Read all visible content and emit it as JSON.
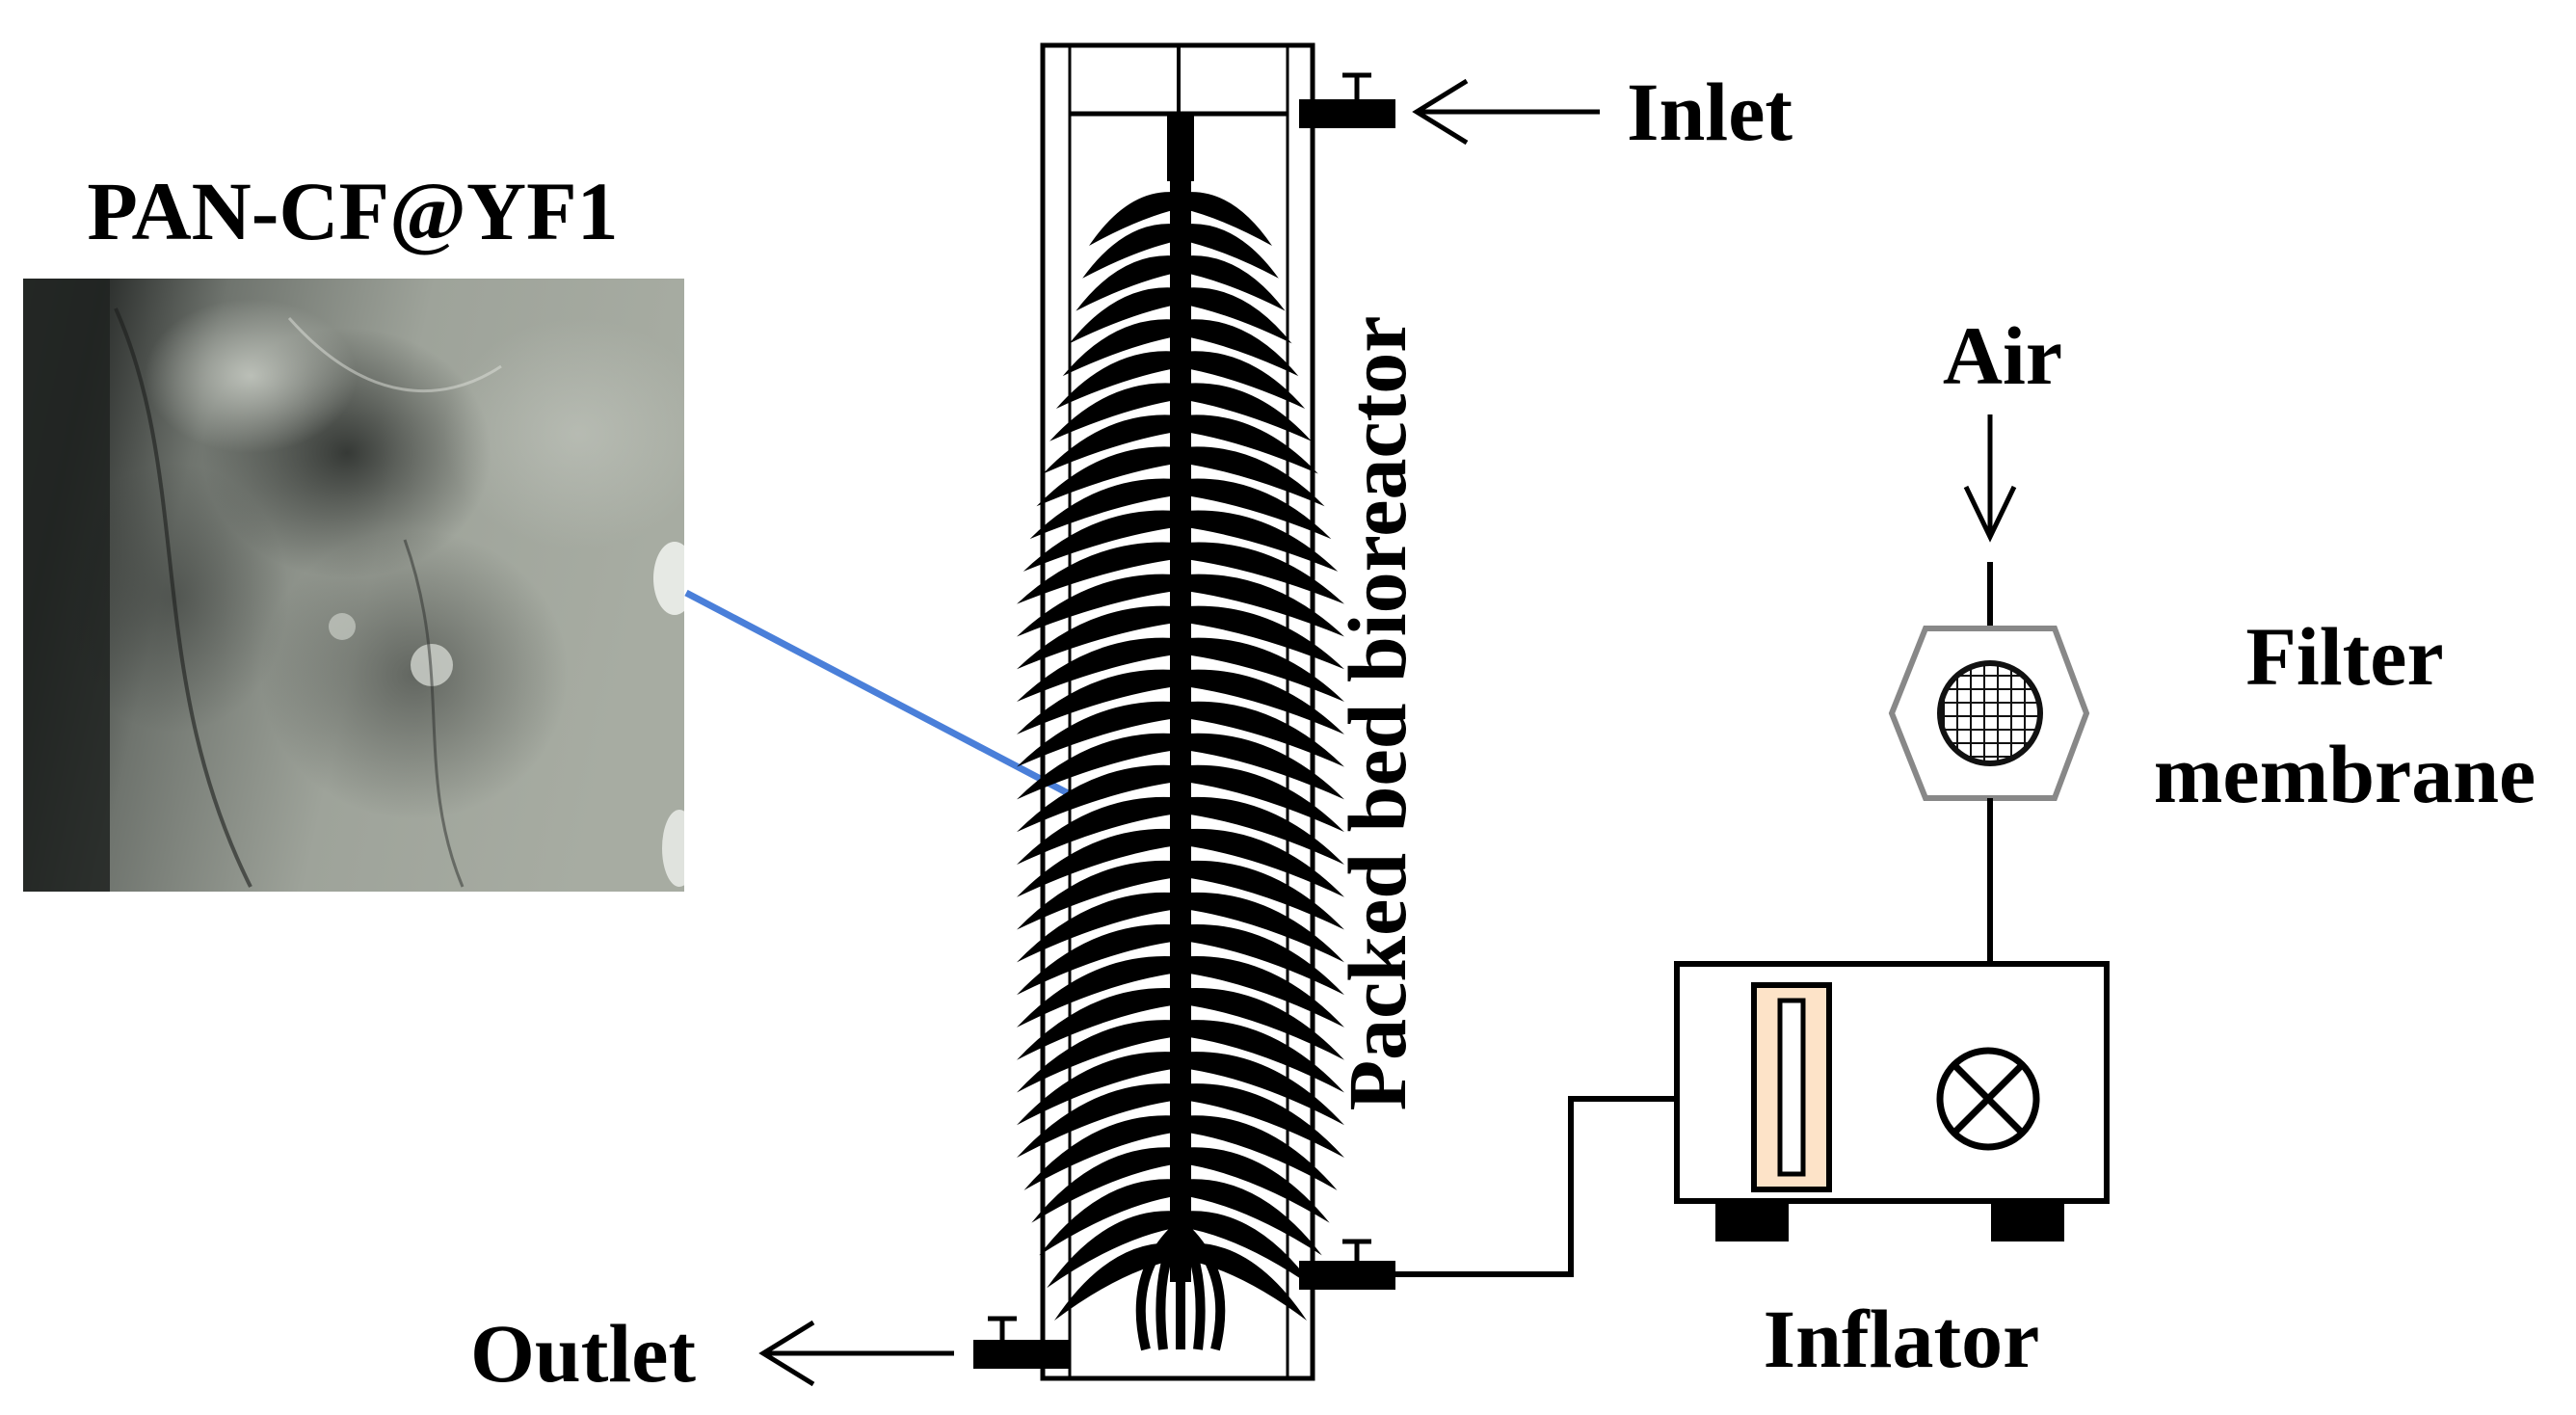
{
  "labels": {
    "photo_title": "PAN-CF@YF1",
    "inlet": "Inlet",
    "outlet": "Outlet",
    "reactor": "Packed bed bioreactor",
    "air": "Air",
    "filter_line1": "Filter",
    "filter_line2": "membrane",
    "inflator": "Inflator"
  },
  "colors": {
    "line": "#000000",
    "leader_line": "#4a7fd9",
    "indicator_fill": "#fde3c8",
    "photo_base": "#8d9289"
  }
}
